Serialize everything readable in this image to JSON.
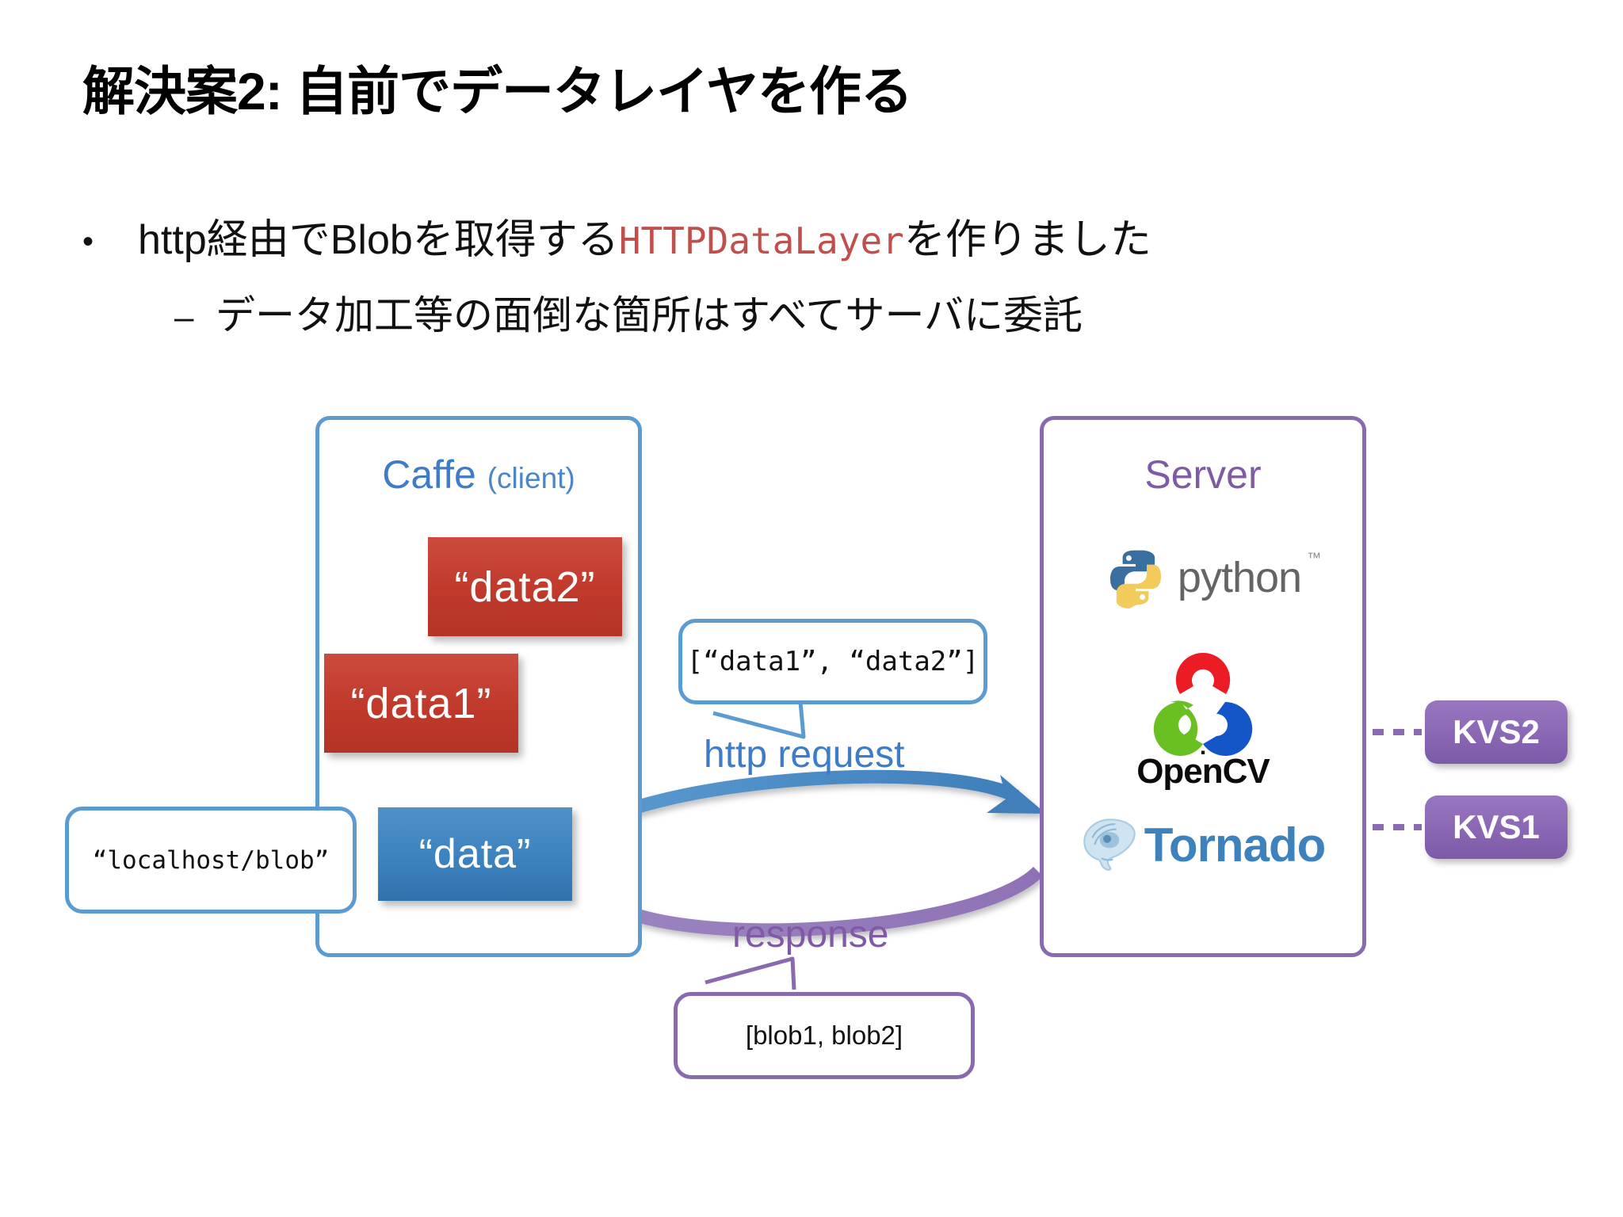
{
  "slide": {
    "title": "解決案2: 自前でデータレイヤを作る",
    "bullets": [
      {
        "marker": "•",
        "text_before": "http経由でBlobを取得する",
        "code": "HTTPDataLayer",
        "text_after": "を作りました"
      },
      {
        "marker": "–",
        "text": "データ加工等の面倒な箇所はすべてサーバに委託"
      }
    ]
  },
  "diagram": {
    "client_panel": {
      "title_main": "Caffe",
      "title_sub": "(client)",
      "accent_color": "#5b9bd1",
      "blobs": [
        {
          "label": "“data2”",
          "color": "#c0392b"
        },
        {
          "label": "“data1”",
          "color": "#c0392b"
        }
      ],
      "data_layer": {
        "label": "“data”",
        "color": "#3c82be"
      }
    },
    "server_panel": {
      "title": "Server",
      "accent_color": "#8a6aaf",
      "logos": [
        {
          "name": "python-logo",
          "word": "python",
          "tm": "™"
        },
        {
          "name": "opencv-logo",
          "word": "OpenCV"
        },
        {
          "name": "tornado-logo",
          "word": "Tornado"
        }
      ]
    },
    "callouts": [
      {
        "name": "localhost-callout",
        "text": "“localhost/blob”",
        "color": "#5b9bd1"
      },
      {
        "name": "request-payload-callout",
        "text": "[“data1”, “data2”]",
        "color": "#5b9bd1"
      },
      {
        "name": "response-payload-callout",
        "text": "[blob1, blob2]",
        "color": "#8a6aaf"
      }
    ],
    "arrows": [
      {
        "name": "http-request-arrow",
        "label": "http request",
        "color": "#4a86c8",
        "direction": "client-to-server"
      },
      {
        "name": "response-arrow",
        "label": "response",
        "color": "#8064a2",
        "direction": "server-to-client"
      }
    ],
    "kvs_nodes": [
      {
        "label": "KVS2",
        "color": "#8a67b4"
      },
      {
        "label": "KVS1",
        "color": "#8a67b4"
      }
    ]
  }
}
